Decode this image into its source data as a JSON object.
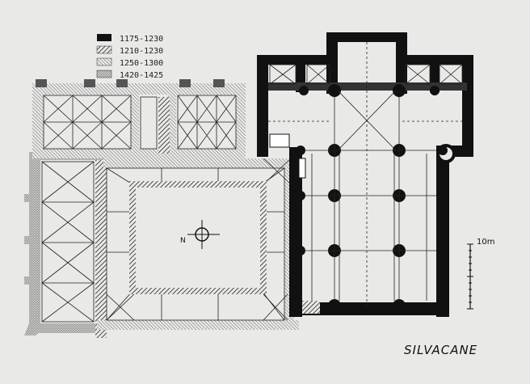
{
  "legend": [
    {
      "label": "1175-1230",
      "pattern": "solid"
    },
    {
      "label": "1210-1230",
      "pattern": "hatch"
    },
    {
      "label": "1250-1300",
      "pattern": "fine-hatch"
    },
    {
      "label": "1420-1425",
      "pattern": "stipple"
    }
  ],
  "scale_label": "10m",
  "north_label": "N",
  "caption": "SILVACANE",
  "colors": {
    "ink": "#111111",
    "paper": "#e9e9e7"
  }
}
